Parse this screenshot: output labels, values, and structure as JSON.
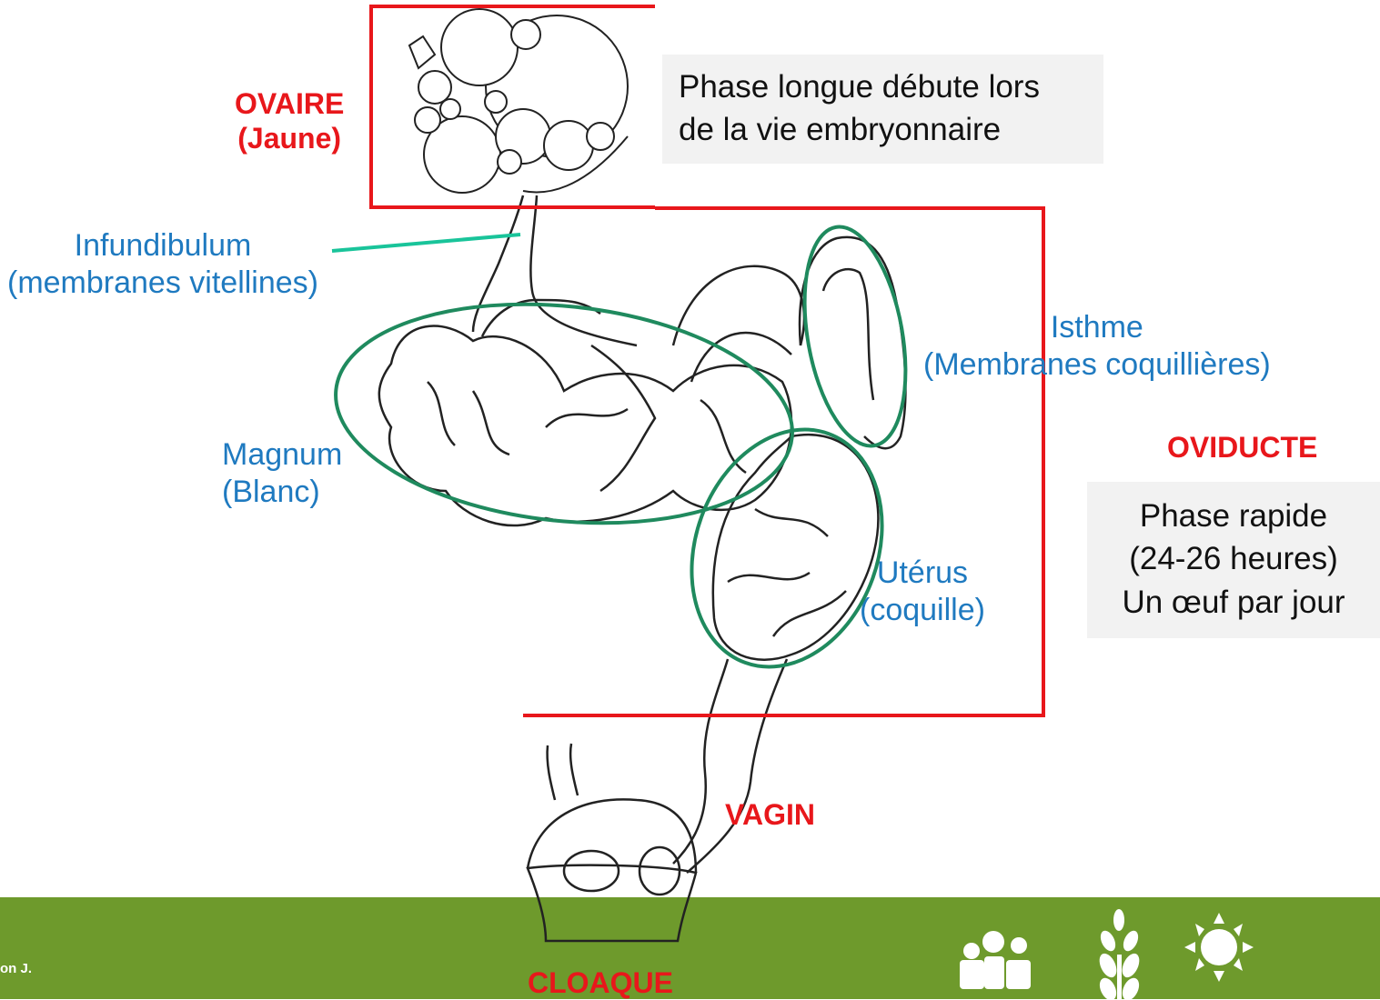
{
  "organs": {
    "ovaire": {
      "line1": "OVAIRE",
      "line2": "(Jaune)"
    },
    "oviducte": "OVIDUCTE",
    "vagin": "VAGIN",
    "cloaque": "CLOAQUE"
  },
  "segments": {
    "infundibulum": {
      "line1": "Infundibulum",
      "line2": "(membranes vitellines)"
    },
    "magnum": {
      "line1": "Magnum",
      "line2": "(Blanc)"
    },
    "isthme": {
      "line1": "Isthme",
      "line2": "(Membranes coquillières)"
    },
    "uterus": {
      "line1": "Utérus",
      "line2": "(coquille)"
    }
  },
  "notes": {
    "ovaire": {
      "line1": "Phase longue débute lors",
      "line2": "de la vie embryonnaire"
    },
    "oviducte": {
      "line1": "Phase rapide",
      "line2": "(24-26 heures)",
      "line3": "Un œuf par jour"
    }
  },
  "footer": {
    "credit": "on J.",
    "icons": [
      "people-icon",
      "wheat-icon",
      "sun-icon"
    ]
  },
  "colors": {
    "organ_label": "#e8171b",
    "segment_label": "#1f7ac0",
    "segment_outline": "#1f8a5e",
    "box_outline": "#e8171b",
    "footer_band": "#6e9a2c"
  }
}
